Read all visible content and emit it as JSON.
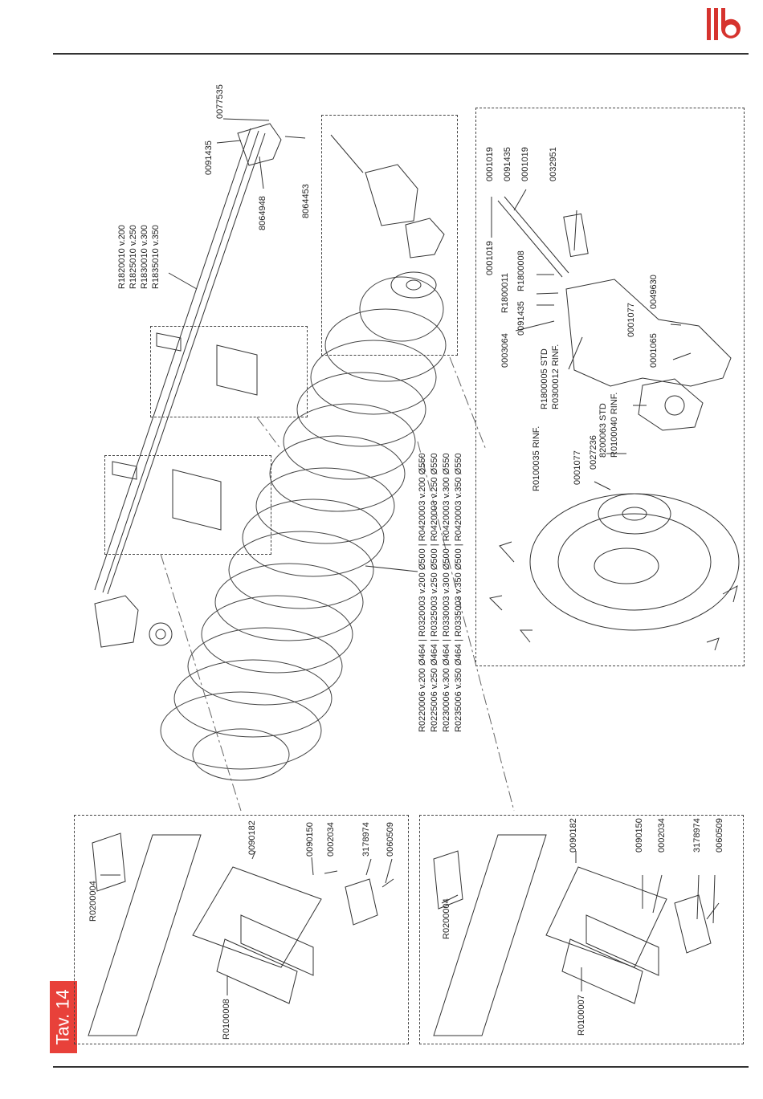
{
  "header": {
    "brand_color": "#d6332e",
    "logo_icon": "lb-logo-icon"
  },
  "page_tag": "Tav. 14",
  "labels": {
    "p0077535": "0077535",
    "p0091435a": "0091435",
    "p8064948": "8064948",
    "p8064453": "8064453",
    "shaft_codes": [
      "R1820010 v.200",
      "R1825010 v.250",
      "R1830010 v.300",
      "R1835010 v.350"
    ],
    "roller_codes": [
      "R0220006 v.200 Ø464 | R0320003 v.200 Ø500 | R0420003 v.200 Ø550",
      "R0225006 v.250 Ø464 | R0325003 v.250 Ø500 | R0420003 v.250 Ø550",
      "R0230006 v.300 Ø464 | R0330003 v.300 Ø500 | R0420003 v.300 Ø550",
      "R0235006 v.350 Ø464 | R0335003 v.350 Ø500 | R0420003 v.350 Ø550"
    ],
    "p0001019a": "0001019",
    "p0091435b": "0091435",
    "p0001019b": "0001019",
    "p0032951": "0032951",
    "p0001019c": "0001019",
    "p0003064": "0003064",
    "pR1800011": "R1800011",
    "p0091435c": "0091435",
    "pR1800008": "R1800008",
    "bracket_codes": [
      "R1800005 STD",
      "R0300012 RINF."
    ],
    "p0001077a": "0001077",
    "p0049630": "0049630",
    "p0001065": "0001065",
    "bearing_codes": [
      "8200063 STD",
      "R0100040 RINF."
    ],
    "pR0100035": "R0100035 RINF.",
    "p0001077b": "0001077",
    "p0027236": "0027236",
    "left_group": {
      "pR0200004": "R0200004",
      "p0090182": "0090182",
      "p0090150": "0090150",
      "p0002034": "0002034",
      "p3178974": "3178974",
      "p0060509": "0060509",
      "pR0100008": "R0100008"
    },
    "right_group": {
      "pR0200004": "R0200004",
      "p0090182": "0090182",
      "p0090150": "0090150",
      "p0002034": "0002034",
      "p3178974": "3178974",
      "p0060509": "0060509",
      "pR0100007": "R0100007"
    }
  }
}
